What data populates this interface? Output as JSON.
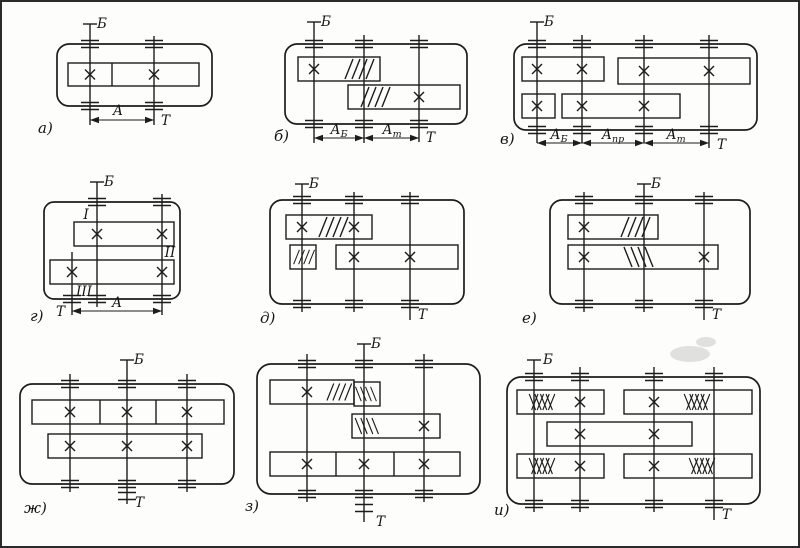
{
  "figure": {
    "description": "Nine kinematic schemes of gear reducers",
    "ink_color": "#1c1c1c",
    "diagrams": {
      "a": {
        "caption": "а)",
        "input": "Б",
        "output": "Т",
        "dim_a": "А"
      },
      "b": {
        "caption": "б)",
        "input": "Б",
        "output": "Т",
        "dim1": {
          "main": "А",
          "sub": "Б"
        },
        "dim2": {
          "main": "А",
          "sub": "т"
        }
      },
      "v": {
        "caption": "в)",
        "input": "Б",
        "output": "Т",
        "dim1": {
          "main": "А",
          "sub": "Б"
        },
        "dim2": {
          "main": "А",
          "sub": "пр"
        },
        "dim3": {
          "main": "А",
          "sub": "т"
        }
      },
      "g": {
        "caption": "г)",
        "input": "Б",
        "output": "Т",
        "dim_a": "А",
        "shaft1": "I",
        "shaft2": "II",
        "shaft3": "III"
      },
      "d": {
        "caption": "д)",
        "input": "Б",
        "output": "Т"
      },
      "e": {
        "caption": "е)",
        "input": "Б",
        "output": "Т"
      },
      "zh": {
        "caption": "ж)",
        "input": "Б",
        "output": "Т"
      },
      "z": {
        "caption": "з)",
        "input": "Б",
        "output": "Т"
      },
      "i": {
        "caption": "и)",
        "input": "Б",
        "output": "Т"
      }
    }
  }
}
